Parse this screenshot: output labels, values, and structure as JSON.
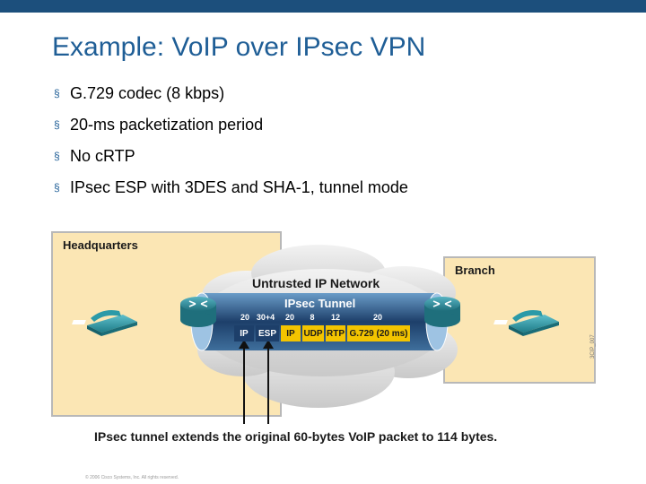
{
  "slide": {
    "title": "Example: VoIP over IPsec VPN",
    "bullet_marker": "§",
    "bullets": [
      "G.729 codec (8 kbps)",
      "20-ms packetization period",
      "No cRTP",
      "IPsec ESP with 3DES and SHA-1, tunnel mode"
    ]
  },
  "diagram": {
    "headquarters_label": "Headquarters",
    "branch_label": "Branch",
    "network_label": "Untrusted IP Network",
    "tunnel_label": "IPsec Tunnel",
    "header_sizes": [
      "20",
      "30+4",
      "20",
      "8",
      "12",
      "20"
    ],
    "packet_fields": [
      {
        "label": "IP",
        "style": "dark"
      },
      {
        "label": "ESP",
        "style": "dark"
      },
      {
        "label": "IP",
        "style": "gold"
      },
      {
        "label": "UDP",
        "style": "gold"
      },
      {
        "label": "RTP",
        "style": "gold"
      },
      {
        "label": "G.729 (20 ms)",
        "style": "gold"
      }
    ],
    "caption": "IPsec tunnel extends the original 60-bytes VoIP packet to 114 bytes.",
    "side_reference": "3CIP_007"
  },
  "footer": {
    "copyright": "© 2006 Cisco Systems, Inc. All rights reserved."
  },
  "colors": {
    "top_bar": "#1c4f7c",
    "title": "#1f5e96",
    "site_box": "#fbe6b4",
    "tunnel": "#1d3f6a",
    "packet_gold": "#f3c400",
    "router": "#2a8a9a"
  }
}
